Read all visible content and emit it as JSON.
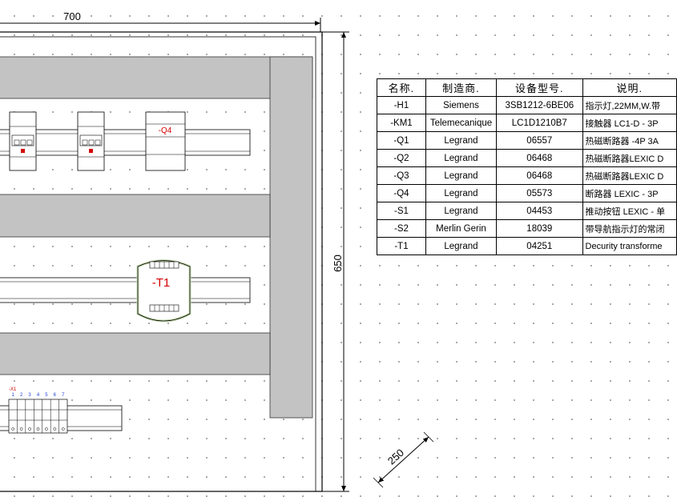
{
  "dimensions": {
    "width_label": "700",
    "height_label": "650",
    "depth_label": "250"
  },
  "components": {
    "q4_label": "-Q4",
    "t1_label": "-T1",
    "x1_label": "-X1",
    "terminal_numbers": [
      "1",
      "2",
      "3",
      "4",
      "5",
      "6",
      "7"
    ]
  },
  "bom_table": {
    "headers": [
      "名称.",
      "制造商.",
      "设备型号.",
      "说明."
    ],
    "rows": [
      [
        "-H1",
        "Siemens",
        "3SB1212-6BE06",
        "指示灯,22MM,W.带"
      ],
      [
        "-KM1",
        "Telemecanique",
        "LC1D1210B7",
        "接触器 LC1-D - 3P"
      ],
      [
        "-Q1",
        "Legrand",
        "06557",
        "热磁断路器 -4P 3A"
      ],
      [
        "-Q2",
        "Legrand",
        "06468",
        "热磁断路器LEXIC D"
      ],
      [
        "-Q3",
        "Legrand",
        "06468",
        "热磁断路器LEXIC D"
      ],
      [
        "-Q4",
        "Legrand",
        "05573",
        "断路器 LEXIC - 3P"
      ],
      [
        "-S1",
        "Legrand",
        "04453",
        "推动按钮 LEXIC - 单"
      ],
      [
        "-S2",
        "Merlin Gerin",
        "18039",
        "带导航指示灯的常闭"
      ],
      [
        "-T1",
        "Legrand",
        "04251",
        "Decurity transforme"
      ]
    ]
  },
  "colors": {
    "duct_gray": "#c3c3c3",
    "label_red": "#d40000",
    "terminal_blue": "#1f3fd8"
  }
}
